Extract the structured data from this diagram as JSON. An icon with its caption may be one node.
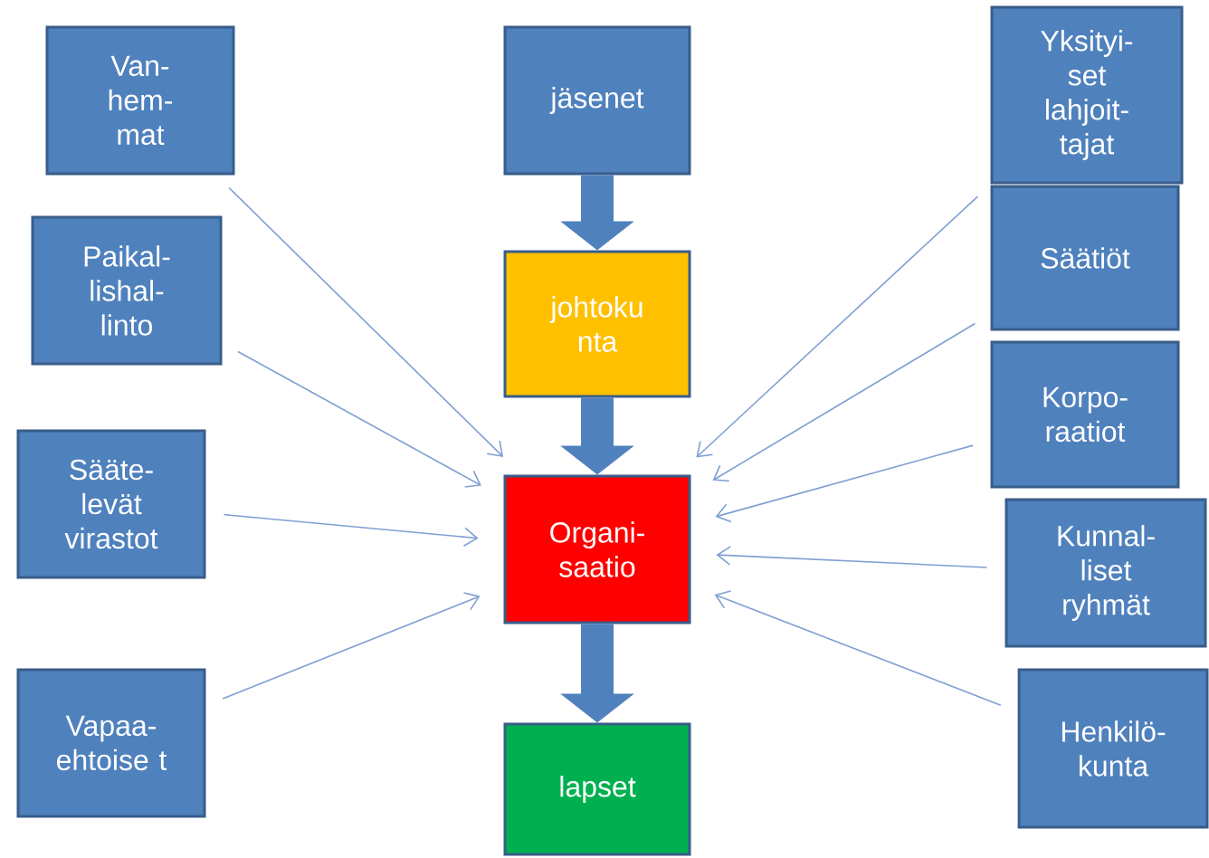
{
  "diagram": {
    "nodes": [
      {
        "text": [
          "Van- hem- mat"
        ]
      },
      {
        "text": [
          "jäsenet"
        ]
      },
      {
        "text": [
          "Yksityi- set lahjoit- tajat"
        ]
      },
      {
        "text": [
          "Paikal- lishal- linto"
        ]
      },
      {
        "text": [
          "johtoku nta"
        ]
      },
      {
        "text": [
          "Säätiöt"
        ]
      },
      {
        "text": [
          "Sääte- levät virastot"
        ]
      },
      {
        "text": [
          "Organi- saatio"
        ]
      },
      {
        "text": [
          "Korpo- raatiot"
        ]
      },
      {
        "text": [
          "Kunnal- liset ryhmät"
        ]
      },
      {
        "text": [
          "Vapaa- ehtoise t"
        ]
      },
      {
        "text": [
          "Henkilö- kunta"
        ]
      },
      {
        "text": [
          "lapset"
        ]
      }
    ],
    "edges": [
      {
        "from": 1,
        "to": 4,
        "arrow": "to",
        "style": "thick"
      },
      {
        "from": 4,
        "to": 7,
        "arrow": "to",
        "style": "thick"
      },
      {
        "from": 7,
        "to": 12,
        "arrow": "to",
        "style": "thick"
      },
      {
        "from": 0,
        "to": 7,
        "arrow": "to"
      },
      {
        "from": 3,
        "to": 7,
        "arrow": "to"
      },
      {
        "from": 6,
        "to": 7,
        "arrow": "to"
      },
      {
        "from": 10,
        "to": 7,
        "arrow": "to"
      },
      {
        "from": 2,
        "to": 7,
        "arrow": "to"
      },
      {
        "from": 5,
        "to": 7,
        "arrow": "to"
      },
      {
        "from": 8,
        "to": 7,
        "arrow": "to"
      },
      {
        "from": 9,
        "to": 7,
        "arrow": "to"
      },
      {
        "from": 11,
        "to": 7,
        "arrow": "to"
      }
    ]
  }
}
